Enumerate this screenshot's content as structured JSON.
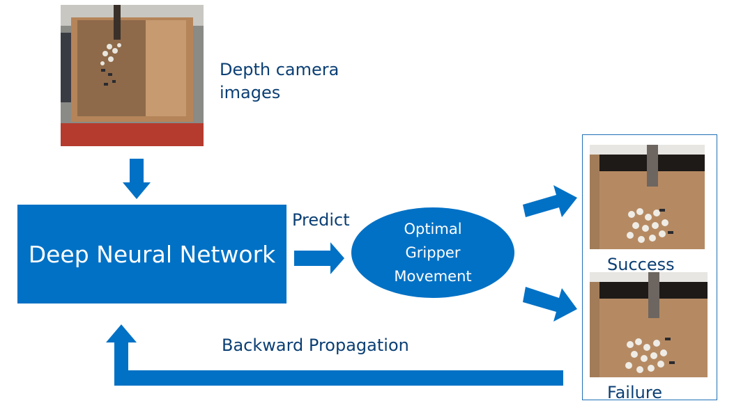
{
  "input": {
    "caption_line1": "Depth camera",
    "caption_line2": "images"
  },
  "network": {
    "label": "Deep Neural Network"
  },
  "predict_label": "Predict",
  "output": {
    "line1": "Optimal",
    "line2": "Gripper",
    "line3": "Movement"
  },
  "results": {
    "success_label": "Success",
    "failure_label": "Failure"
  },
  "feedback": {
    "label": "Backward Propagation"
  },
  "colors": {
    "accent": "#0071c5",
    "text": "#0b3f74",
    "frame": "#1f6fb5"
  }
}
